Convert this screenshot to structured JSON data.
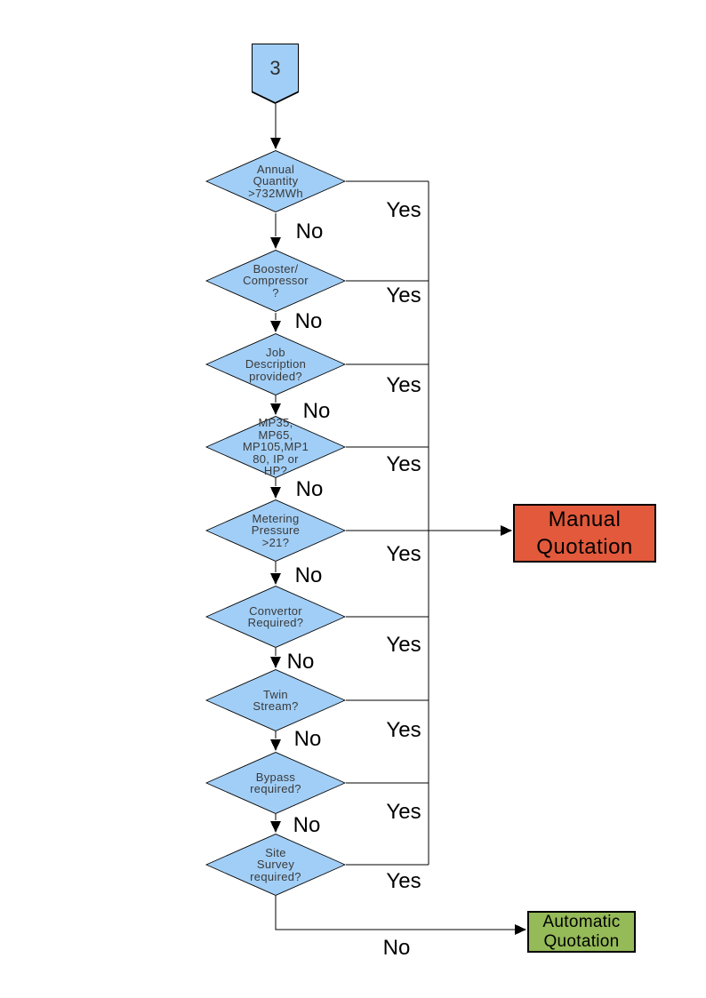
{
  "flow": {
    "start": {
      "label": "3",
      "shape": "off-page-connector"
    },
    "decisions": [
      {
        "id": "annual-quantity",
        "label": "Annual\nQuantity\n>732MWh",
        "yes": "Yes",
        "no": "No",
        "yes_target": "Manual Quotation",
        "no_target": "booster-compressor"
      },
      {
        "id": "booster-compressor",
        "label": "Booster/\nCompressor\n?",
        "yes": "Yes",
        "no": "No",
        "yes_target": "Manual Quotation",
        "no_target": "job-description"
      },
      {
        "id": "job-description",
        "label": "Job\nDescription\nprovided?",
        "yes": "Yes",
        "no": "No",
        "yes_target": "Manual Quotation",
        "no_target": "pressure-tier"
      },
      {
        "id": "pressure-tier",
        "label": "MP35,\nMP65,\nMP105,MP1\n80, IP or\nHP?",
        "yes": "Yes",
        "no": "No",
        "yes_target": "Manual Quotation",
        "no_target": "metering-pressure"
      },
      {
        "id": "metering-pressure",
        "label": "Metering\nPressure\n>21?",
        "yes": "Yes",
        "no": "No",
        "yes_target": "Manual Quotation",
        "no_target": "convertor-required"
      },
      {
        "id": "convertor-required",
        "label": "Convertor\nRequired?",
        "yes": "Yes",
        "no": "No",
        "yes_target": "Manual Quotation",
        "no_target": "twin-stream"
      },
      {
        "id": "twin-stream",
        "label": "Twin\nStream?",
        "yes": "Yes",
        "no": "No",
        "yes_target": "Manual Quotation",
        "no_target": "bypass-required"
      },
      {
        "id": "bypass-required",
        "label": "Bypass\nrequired?",
        "yes": "Yes",
        "no": "No",
        "yes_target": "Manual Quotation",
        "no_target": "site-survey"
      },
      {
        "id": "site-survey",
        "label": "Site\nSurvey\nrequired?",
        "yes": "Yes",
        "no": "No",
        "yes_target": "Manual Quotation",
        "no_target": "Automatic Quotation"
      }
    ],
    "outcomes": {
      "manual": {
        "label": "Manual\nQuotation",
        "color": "#e2593c"
      },
      "automatic": {
        "label": "Automatic\nQuotation",
        "color": "#95ba58"
      }
    },
    "colors": {
      "decision_fill": "#a1cef6",
      "line": "#000000"
    }
  }
}
